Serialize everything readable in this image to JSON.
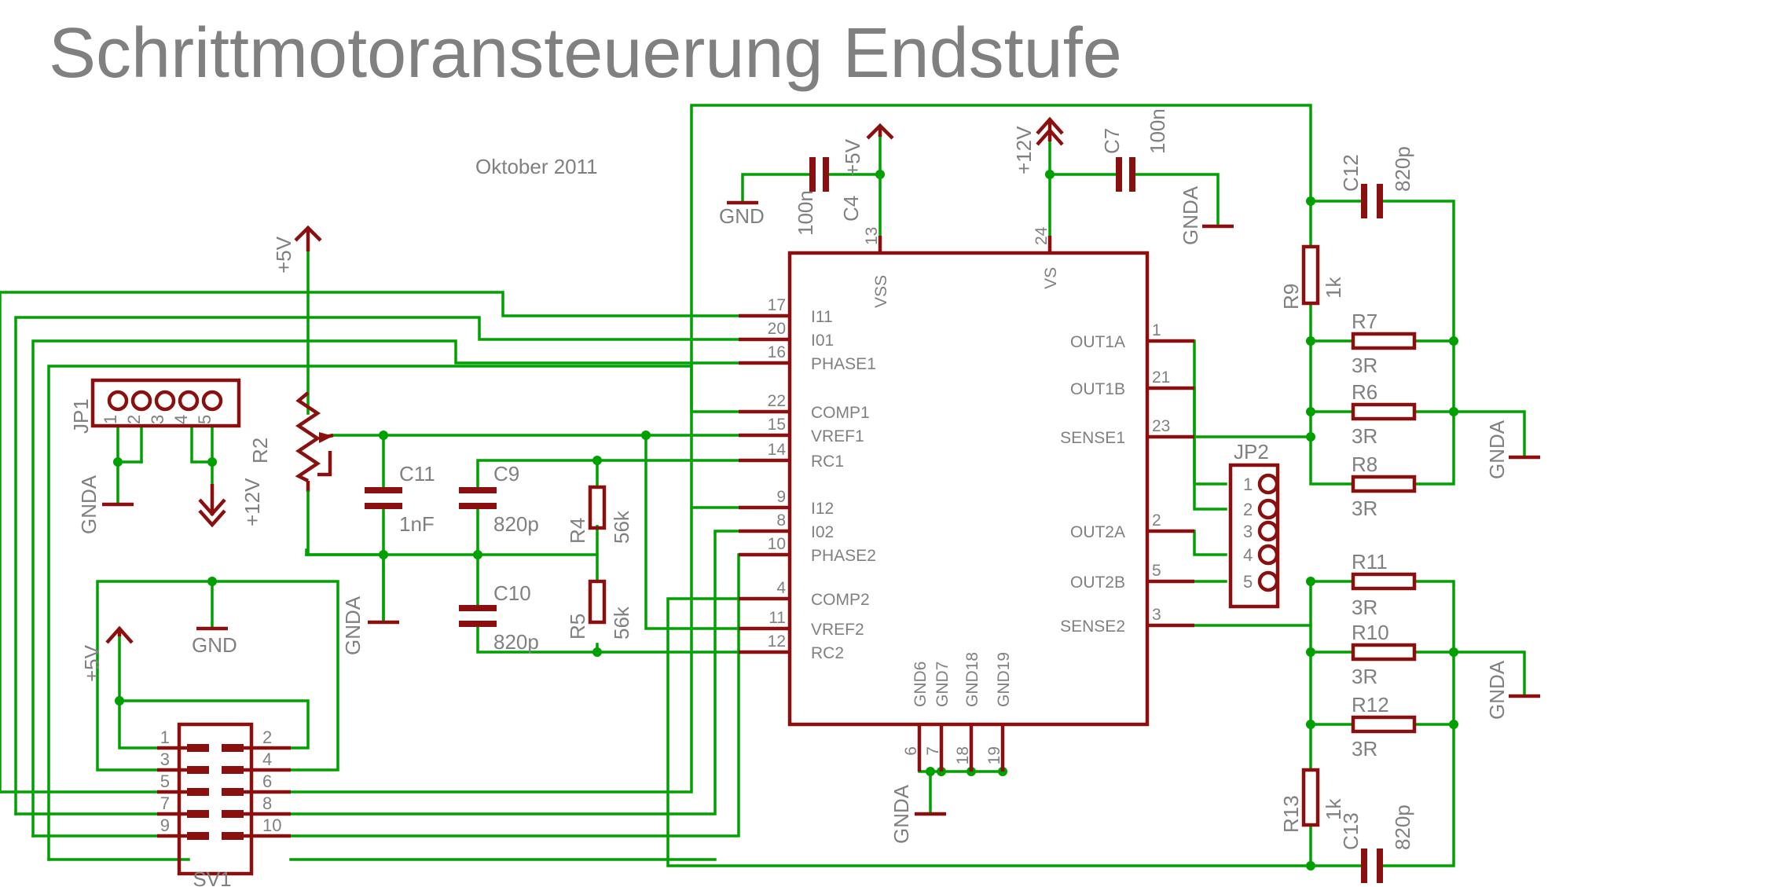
{
  "title": "Schrittmotoransteuerung Endstufe",
  "date": "Oktober 2011",
  "ic": {
    "vss_label": "VSS",
    "vs_label": "VS",
    "pin13": "13",
    "pin24": "24",
    "left_pins": [
      {
        "num": "17",
        "name": "I11"
      },
      {
        "num": "20",
        "name": "I01"
      },
      {
        "num": "16",
        "name": "PHASE1"
      },
      {
        "num": "22",
        "name": "COMP1"
      },
      {
        "num": "15",
        "name": "VREF1"
      },
      {
        "num": "14",
        "name": "RC1"
      },
      {
        "num": "9",
        "name": "I12"
      },
      {
        "num": "8",
        "name": "I02"
      },
      {
        "num": "10",
        "name": "PHASE2"
      },
      {
        "num": "4",
        "name": "COMP2"
      },
      {
        "num": "11",
        "name": "VREF2"
      },
      {
        "num": "12",
        "name": "RC2"
      }
    ],
    "right_pins": [
      {
        "num": "1",
        "name": "OUT1A"
      },
      {
        "num": "21",
        "name": "OUT1B"
      },
      {
        "num": "23",
        "name": "SENSE1"
      },
      {
        "num": "2",
        "name": "OUT2A"
      },
      {
        "num": "5",
        "name": "OUT2B"
      },
      {
        "num": "3",
        "name": "SENSE2"
      }
    ],
    "gnd_pins": [
      {
        "num": "6",
        "name": "GND6"
      },
      {
        "num": "7",
        "name": "GND7"
      },
      {
        "num": "18",
        "name": "GND18"
      },
      {
        "num": "19",
        "name": "GND19"
      }
    ]
  },
  "components": {
    "c4": {
      "name": "C4",
      "value": "100n"
    },
    "c7": {
      "name": "C7",
      "value": "100n"
    },
    "c9": {
      "name": "C9",
      "value": "820p"
    },
    "c10": {
      "name": "C10",
      "value": "820p"
    },
    "c11": {
      "name": "C11",
      "value": "1nF"
    },
    "c12": {
      "name": "C12",
      "value": "820p"
    },
    "c13": {
      "name": "C13",
      "value": "820p"
    },
    "r4": {
      "name": "R4",
      "value": "56k"
    },
    "r5": {
      "name": "R5",
      "value": "56k"
    },
    "r9": {
      "name": "R9",
      "value": "1k"
    },
    "r13": {
      "name": "R13",
      "value": "1k"
    },
    "r2": {
      "name": "R2"
    },
    "r7": {
      "name": "R7",
      "value": "3R"
    },
    "r6": {
      "name": "R6",
      "value": "3R"
    },
    "r8": {
      "name": "R8",
      "value": "3R"
    },
    "r11": {
      "name": "R11",
      "value": "3R"
    },
    "r10": {
      "name": "R10",
      "value": "3R"
    },
    "r12": {
      "name": "R12",
      "value": "3R"
    }
  },
  "connectors": {
    "jp1": {
      "name": "JP1",
      "pins": [
        "1",
        "2",
        "3",
        "4",
        "5"
      ]
    },
    "jp2": {
      "name": "JP2",
      "pins": [
        "1",
        "2",
        "3",
        "4",
        "5"
      ]
    },
    "sv1": {
      "name": "SV1",
      "left": [
        "1",
        "3",
        "5",
        "7",
        "9"
      ],
      "right": [
        "2",
        "4",
        "6",
        "8",
        "10"
      ]
    }
  },
  "supplies": {
    "p5v": "+5V",
    "p12v": "+12V",
    "gnd": "GND",
    "gnda": "GNDA"
  },
  "colors": {
    "wire": "#00a000",
    "part": "#8a1010",
    "text": "#808080"
  }
}
